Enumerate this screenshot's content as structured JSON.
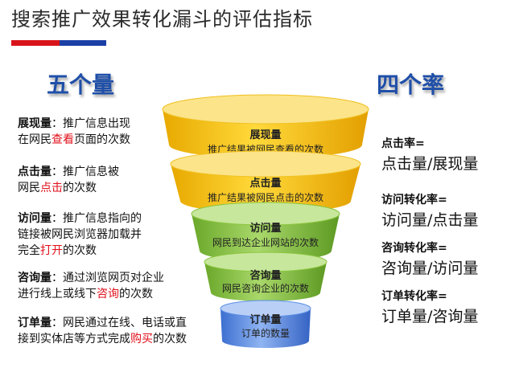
{
  "title": "搜索推广效果转化漏斗的评估指标",
  "left_heading": "五个量",
  "right_heading": "四个率",
  "metrics": [
    {
      "name": "展现量",
      "sep": "：",
      "parts": [
        "推广信息出现",
        "在网民",
        "查看",
        "页面的次数"
      ]
    },
    {
      "name": "点击量",
      "sep": "：",
      "parts": [
        "推广信息被",
        "网民",
        "点击",
        "的次数"
      ]
    },
    {
      "name": "访问量",
      "sep": "：",
      "parts": [
        "推广信息指向的",
        "链接被网民浏览器加载并",
        "完全",
        "打开",
        "的次数"
      ]
    },
    {
      "name": "咨询量",
      "sep": "：",
      "parts": [
        "通过浏览网页对企业",
        "进行线上或线下",
        "咨询",
        "的次数"
      ]
    },
    {
      "name": "订单量",
      "sep": "：",
      "parts": [
        "网民通过在线、电话或直",
        "接到实体店等方式完成",
        "购买",
        "的次数"
      ]
    }
  ],
  "funnel": [
    {
      "label": "展现量",
      "desc": "推广结果被网民查看的次数",
      "color": "#f5c518"
    },
    {
      "label": "点击量",
      "desc": "推广结果被网民点击的次数",
      "color": "#f5c518"
    },
    {
      "label": "访问量",
      "desc": "网民到达企业网站的次数",
      "color": "#8cc63f"
    },
    {
      "label": "咨询量",
      "desc": "网民咨询企业的次数",
      "color": "#8cc63f"
    },
    {
      "label": "订单量",
      "desc": "订单的数量",
      "color": "#5b8ee6"
    }
  ],
  "rates": [
    {
      "name": "点击率=",
      "formula": "点击量/展现量"
    },
    {
      "name": "访问转化率=",
      "formula": "访问量/点击量"
    },
    {
      "name": "咨询转化率=",
      "formula": "咨询量/访问量"
    },
    {
      "name": "订单转化率=",
      "formula": "订单量/咨询量"
    }
  ]
}
